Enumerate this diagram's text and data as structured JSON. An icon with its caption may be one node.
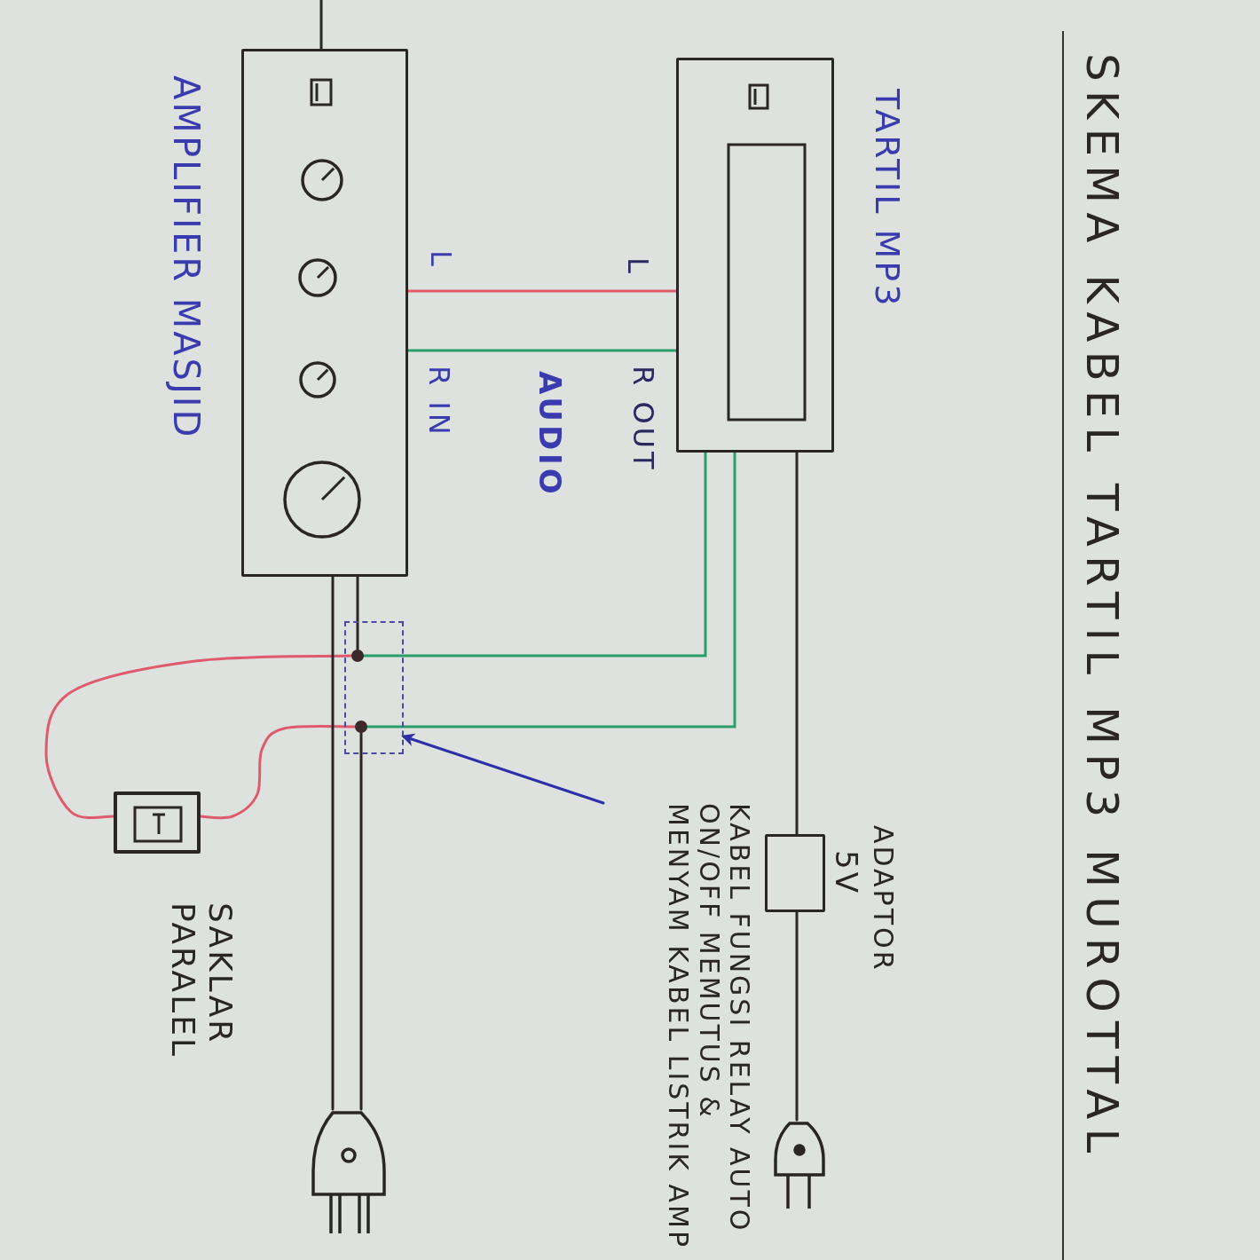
{
  "diagram": {
    "title": "SKEMA KABEL TARTIL MP3 MUROTTAL",
    "nodes": [
      {
        "text": [
          "AMPLIFIER MASJID"
        ]
      },
      {
        "text": [
          "TARTIL MP3"
        ]
      },
      {
        "text": [],
        "shape": "box"
      },
      {
        "text": [],
        "shape": "circle",
        "in": 2
      },
      {
        "text": [],
        "shape": "circle",
        "in": 2
      },
      {
        "text": [
          "SAKLAR PARALEL"
        ]
      },
      {
        "text": [
          "ADAPTOR",
          "5V"
        ]
      },
      {
        "text": [],
        "shape": "picture"
      },
      {
        "text": [],
        "shape": "picture"
      },
      {
        "text": [
          "KABEL FUNGSI RELAY AUTO ON/OFF MEMUTUS & MENYAM KABEL LISTRIK AMP"
        ]
      }
    ],
    "edges": [
      {
        "from": 0,
        "to": 1,
        "arrow": "none",
        "color": "#e05a6e"
      },
      {
        "from": 0,
        "to": 1,
        "arrow": "none",
        "color": "#2a9d6a"
      },
      {
        "from": 1,
        "to": 3,
        "arrow": "none",
        "color": "#2a9d6a"
      },
      {
        "from": 1,
        "to": 4,
        "arrow": "none",
        "color": "#2a9d6a"
      },
      {
        "from": 3,
        "to": 5,
        "arrow": "none",
        "color": "#e05a6e"
      },
      {
        "from": 4,
        "to": 5,
        "arrow": "none",
        "color": "#e05a6e"
      },
      {
        "from": 0,
        "to": 3,
        "arrow": "none"
      },
      {
        "from": 4,
        "to": 7,
        "arrow": "none"
      },
      {
        "from": 0,
        "to": 7,
        "arrow": "none"
      },
      {
        "from": null,
        "to": 0,
        "arrow": "none"
      },
      {
        "from": 1,
        "to": 6,
        "arrow": "none"
      },
      {
        "from": 6,
        "to": 8,
        "arrow": "none"
      },
      {
        "from": 9,
        "to": 2,
        "arrow": "to",
        "color": "#2f2fa8"
      }
    ],
    "labels": [
      "L",
      "R IN",
      "AUDIO",
      "L",
      "R OUT"
    ]
  }
}
